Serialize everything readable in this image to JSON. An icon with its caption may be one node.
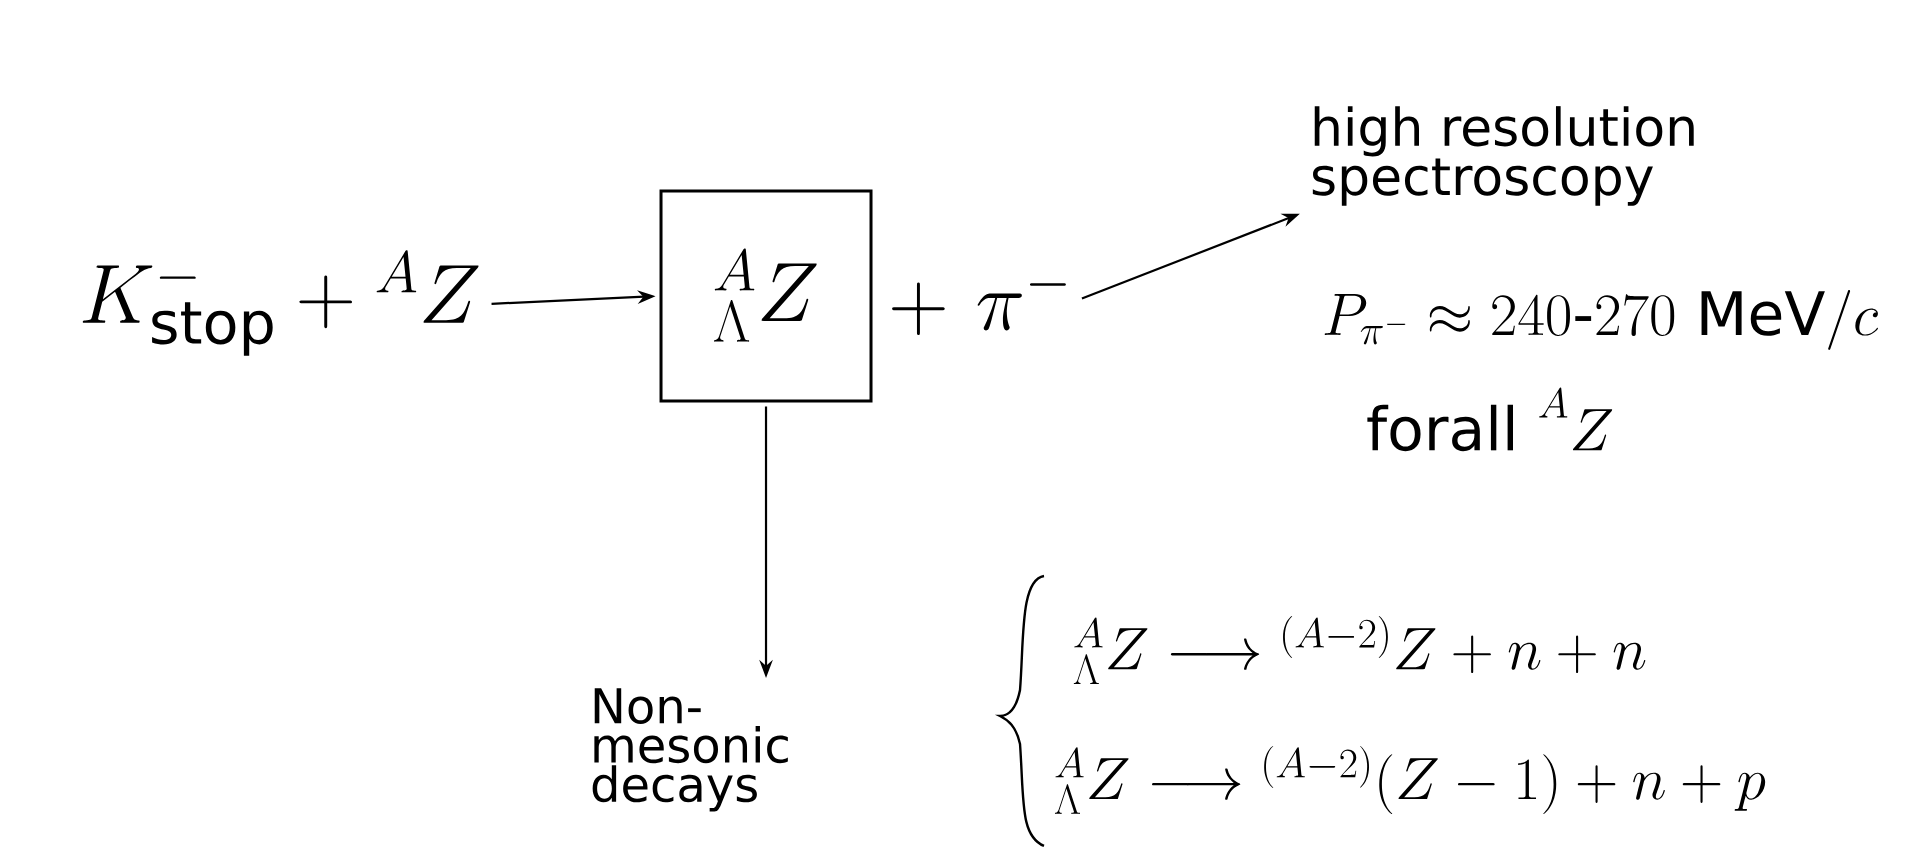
{
  "diagram": {
    "nodes": [
      {
        "text": [
          "K^{-}_{\\mathrm{stop}} + {}^{A}Z"
        ]
      },
      {
        "text": [
          "{}^{A}_{\\Lambda}Z"
        ]
      },
      {
        "text": [
          "+\\ \\pi^{-}"
        ]
      },
      {
        "text": [
          "high resolution spectroscopy"
        ]
      },
      {
        "text": [
          "Non-mesonic decays"
        ]
      }
    ],
    "edges": [
      {
        "from": 0,
        "to": 1,
        "arrow": "to"
      },
      {
        "from": 2,
        "to": 3,
        "arrow": "to"
      },
      {
        "from": 1,
        "to": 4,
        "arrow": "to"
      }
    ],
    "labels": [
      "P_{\\pi^{-}} \\approx 240\\mbox{-}270\\ \\mathrm{MeV}/c",
      "\\mathrm{forall}\\ {}^{A}Z",
      "{}^{A}_{\\Lambda}Z \\longrightarrow {}^{(A-2)}Z + n + n",
      "{}^{A}_{\\Lambda}Z \\longrightarrow {}^{(A-2)}(Z-1) + n + p"
    ]
  }
}
